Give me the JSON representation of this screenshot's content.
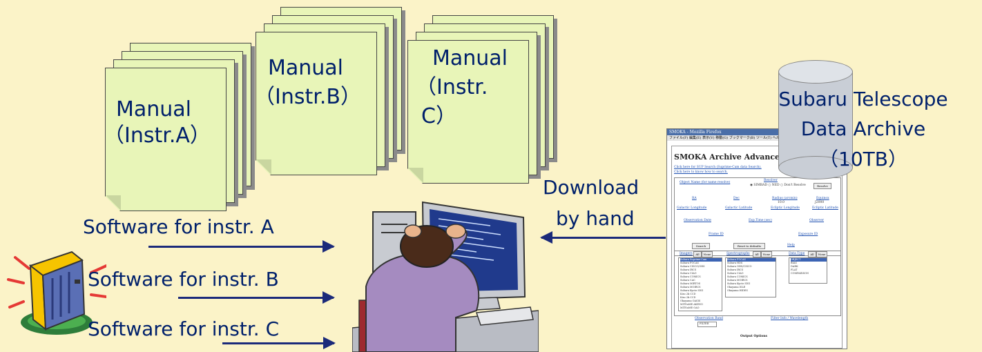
{
  "manuals": [
    {
      "line1": "Manual",
      "line2": "（Instr.A）"
    },
    {
      "line1": "Manual",
      "line2": "（Instr.B）"
    },
    {
      "line1": "Manual",
      "line2": "（Instr.",
      "line3": "C）"
    }
  ],
  "software": [
    "Software for instr. A",
    "Software for instr. B",
    "Software for instr. C"
  ],
  "download": {
    "line1": "Download",
    "line2": "by hand"
  },
  "archive": {
    "line1": "Subaru Telescope",
    "line2": "Data Archive",
    "line3": "（10TB）"
  },
  "web_page": {
    "window_title": "SMOKA - Mozilla Firefox",
    "menu": "ファイル(F)  編集(E)  表示(V)  移動(G)  ブックマーク(B)  ツール(T)  ヘルプ(H)",
    "title": "SMOKA Archive Advanced S",
    "link1": "Click here for SUP Search (Suprime-Cam data Search).",
    "link2": "Click here to know how to search.",
    "field_object": "Object Name (for name resolve)",
    "resolver": "Resolver",
    "resolver_options": "◉ SIMBAD  ○ NED  ○ Don't Resolve",
    "resolve_btn": "Resolve",
    "ra": "RA",
    "dec": "Dec",
    "radius": "Radius (arcmin)",
    "equinox": "Equinox",
    "radius_val": "10.0",
    "equinox_val": "J2000",
    "glon": "Galactic Longitude",
    "glat": "Galactic Latitude",
    "elon": "Ecliptic Longitude",
    "elat": "Ecliptic Latitude",
    "obsdate": "Observation Date",
    "exptime": "Exp.Time (sec)",
    "observer": "Observer",
    "frame_id": "Frame ID",
    "exposure_id": "Exposure ID",
    "search_btn": "Search",
    "reset_btn": "Reset to defaults",
    "help": "Help",
    "imagers": "Imagers",
    "spectrographs": "Spectrographs",
    "data_type": "Data Type",
    "all": "All",
    "none": "None",
    "imager_items": [
      "Subaru Suprime-Cam",
      "Subaru FOCAS",
      "Subaru CISCO/OHS",
      "Subaru IRCS",
      "Subaru CIAO",
      "Subaru COMICS",
      "Subaru CAC",
      "Subaru MIRTOS",
      "Subaru MOIRCS",
      "Subaru Kyoto-3DII",
      "Kiso 2k CCD",
      "Kiso 2k CCD",
      "Okayama OASIS",
      "MITSuME AKENO",
      "MITSuME OAO"
    ],
    "spec_items": [
      "Subaru FOCAS",
      "Subaru HDS",
      "Subaru OHS/CISCO",
      "Subaru IRCS",
      "Subaru CIAO",
      "Subaru COMICS",
      "Subaru MOIRCS",
      "Subaru Kyoto-3DII",
      "Okayama ISLE",
      "Okayama HIDES"
    ],
    "type_items": [
      "OBJECT",
      "BIAS",
      "DARK",
      "FLAT",
      "COMPARISON"
    ],
    "obs_band": "Observation Band",
    "filter_label": "Filter Info / Wavelength",
    "filter_val": "FILTER",
    "output": "Output Options"
  }
}
